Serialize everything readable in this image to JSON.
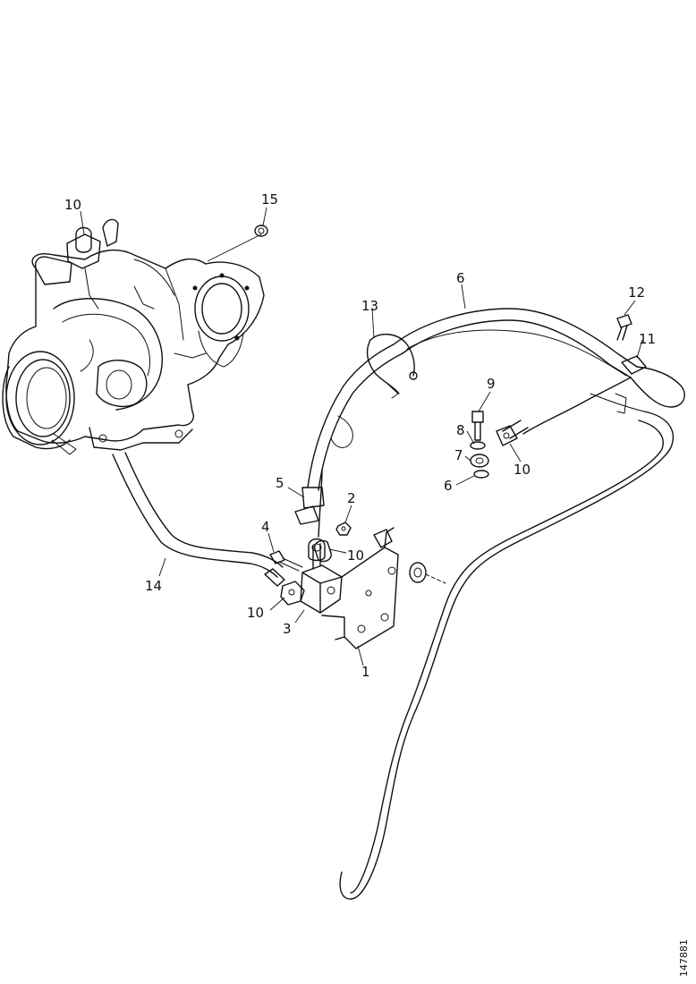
{
  "diagram": {
    "drawing_number": "147881",
    "callouts": {
      "c1": "1",
      "c2": "2",
      "c3": "3",
      "c4": "4",
      "c5": "5",
      "c6a": "6",
      "c6b": "6",
      "c7": "7",
      "c8": "8",
      "c9": "9",
      "c10a": "10",
      "c10b": "10",
      "c10c": "10",
      "c10d": "10",
      "c11": "11",
      "c12": "12",
      "c13": "13",
      "c14": "14",
      "c15": "15"
    }
  }
}
